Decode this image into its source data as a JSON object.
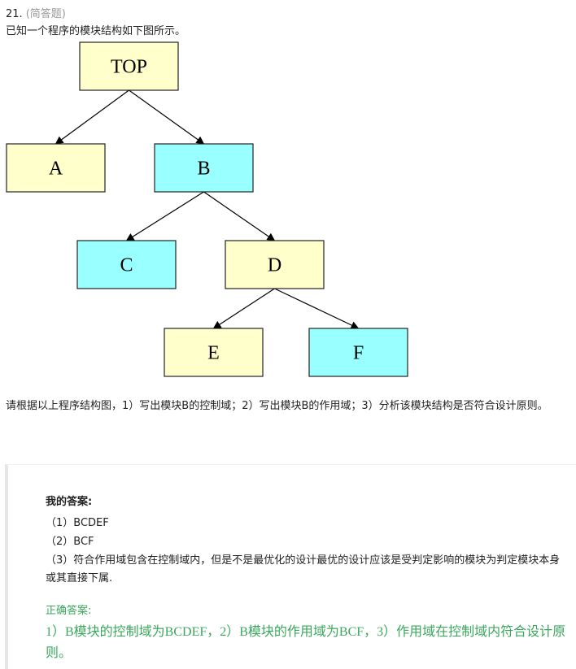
{
  "question": {
    "number": "21.",
    "type": "(简答题)",
    "intro": "已知一个程序的模块结构如下图所示。",
    "ask": "请根据以上程序结构图，1）写出模块B的控制域；2）写出模块B的作用域；3）分析该模块结构是否符合设计原则。"
  },
  "diagram": {
    "nodes": [
      {
        "id": "TOP",
        "label": "TOP",
        "color": "#ffffcc"
      },
      {
        "id": "A",
        "label": "A",
        "color": "#ffffcc"
      },
      {
        "id": "B",
        "label": "B",
        "color": "#99ffff"
      },
      {
        "id": "C",
        "label": "C",
        "color": "#99ffff"
      },
      {
        "id": "D",
        "label": "D",
        "color": "#ffffcc"
      },
      {
        "id": "E",
        "label": "E",
        "color": "#ffffcc"
      },
      {
        "id": "F",
        "label": "F",
        "color": "#99ffff"
      }
    ],
    "edges": [
      [
        "TOP",
        "A"
      ],
      [
        "TOP",
        "B"
      ],
      [
        "B",
        "C"
      ],
      [
        "B",
        "D"
      ],
      [
        "D",
        "E"
      ],
      [
        "D",
        "F"
      ]
    ]
  },
  "my_answer": {
    "title": "我的答案:",
    "lines": [
      "（1）BCDEF",
      "（2）BCF",
      "（3）符合作用域包含在控制域内，但是不是最优化的设计最优的设计应该是受判定影响的模块为判定模块本身或其直接下属."
    ]
  },
  "correct_answer": {
    "title": "正确答案:",
    "text": "1）B模块的控制域为BCDEF，2）B模块的作用域为BCF，3）作用域在控制域内符合设计原则。"
  },
  "colors": {
    "accent_green": "#3aa85c",
    "muted": "#999999"
  }
}
